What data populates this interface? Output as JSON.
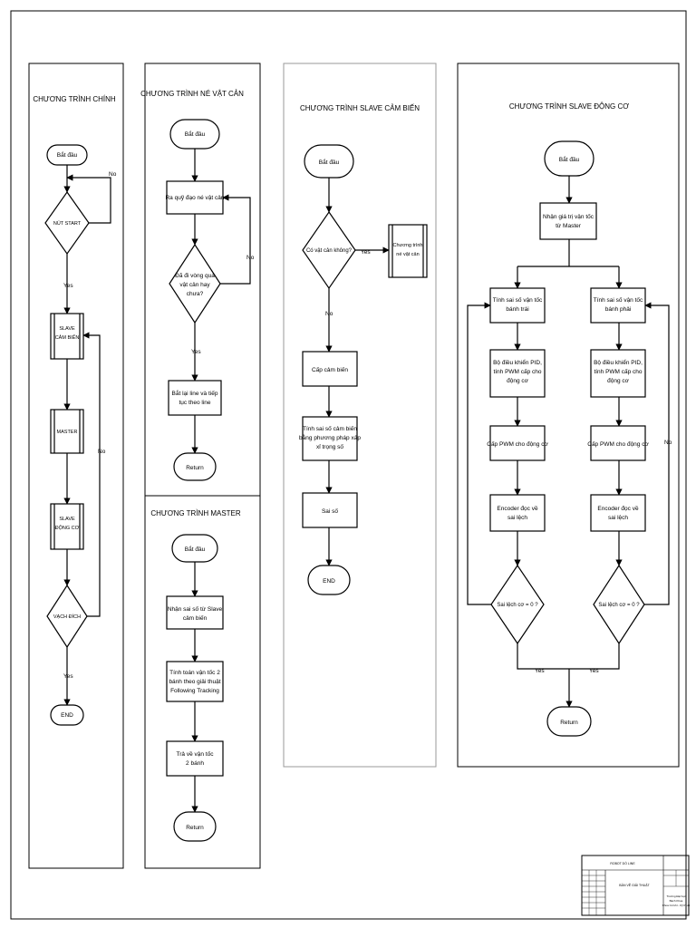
{
  "titles": {
    "main": "CHƯƠNG TRÌNH CHÍNH",
    "avoid": "CHƯƠNG TRÌNH NÉ VẬT CẢN",
    "master": "CHƯƠNG TRÌNH MASTER",
    "sensor": "CHƯƠNG TRÌNH SLAVE CẢM BIẾN",
    "motor": "CHƯƠNG TRÌNH SLAVE ĐỘNG CƠ"
  },
  "main": {
    "start": "Bắt đầu",
    "cond": "NÚT START",
    "no": "No",
    "yes": "Yes",
    "slave_sensor": [
      "SLAVE",
      "CẢM BIẾN"
    ],
    "master": "MASTER",
    "slave_motor": [
      "SLAVE",
      "ĐỘNG CƠ"
    ],
    "cond2": "VẠCH ĐÍCH",
    "no2": "No",
    "yes2": "Yes",
    "end": "END"
  },
  "avoid": {
    "start": "Bắt đầu",
    "step1": "Ra quỹ đạo né vật cản",
    "cond": [
      "Đã đi vòng qua",
      "vật cản hay",
      "chưa?"
    ],
    "no": "No",
    "yes": "Yes",
    "step2": [
      "Bắt lại line và tiếp",
      "tục theo line"
    ],
    "end": "Return"
  },
  "master": {
    "start": "Bắt đầu",
    "step1": [
      "Nhận sai số từ Slave",
      "cảm biến"
    ],
    "step2": [
      "Tính toán vận tốc 2",
      "bánh theo giải thuật",
      "Following Tracking"
    ],
    "step3": [
      "Trả về vận tốc",
      "2 bánh"
    ],
    "end": "Return"
  },
  "sensor": {
    "start": "Bắt đầu",
    "cond": "Có vật cản không?",
    "yes": "Yes",
    "no": "No",
    "sub": [
      "Chương trình",
      "né vật cản"
    ],
    "step1": "Cấp cảm biến",
    "step2": [
      "Tính sai số cảm biến",
      "bằng phương pháp xấp",
      "xỉ trọng số"
    ],
    "step3": "Sai số",
    "end": "END"
  },
  "motor": {
    "start": "Bắt đầu",
    "recv": [
      "Nhận giá trị vận tốc",
      "từ Master"
    ],
    "left": {
      "calc": [
        "Tính sai số vận tốc",
        "bánh trái"
      ],
      "pid": [
        "Bộ điều khiển PID,",
        "tính PWM cấp cho",
        "động cơ"
      ],
      "pwm": "Cấp PWM cho động cơ",
      "enc": [
        "Encoder đọc về",
        "sai lệch"
      ],
      "cond": "Sai lệch cơ = 0 ?"
    },
    "right": {
      "calc": [
        "Tính sai số vận tốc",
        "bánh phải"
      ],
      "pid": [
        "Bộ điều khiển PID,",
        "tính PWM cấp cho",
        "động cơ"
      ],
      "pwm": "Cấp PWM cho động cơ",
      "enc": [
        "Encoder đọc về",
        "sai lệch"
      ],
      "cond": "Sai lệch cơ = 0 ?"
    },
    "no": "No",
    "yes_left": "Yes",
    "yes_right": "Yes",
    "end": "Return"
  },
  "title_block": {
    "header": "ROBOT DÒ LINE",
    "center": "BẢN VẼ GIẢI THUẬT",
    "school": [
      "Trường Đại học",
      "Bách Khoa",
      "Khoa Cơ khí - Kỹ thuật"
    ]
  }
}
